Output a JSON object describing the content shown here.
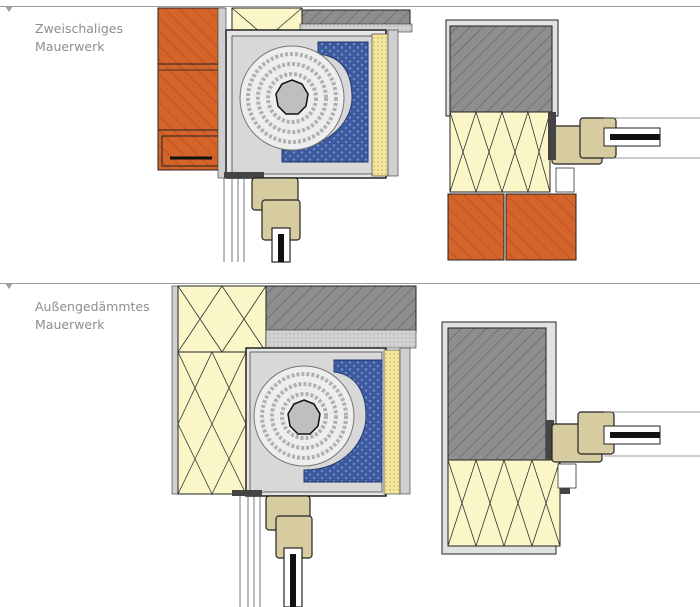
{
  "sections": [
    {
      "title_line1": "Zweischaliges",
      "title_line2": "Mauerwerk"
    },
    {
      "title_line1": "Außengedämmtes",
      "title_line2": "Mauerwerk"
    }
  ],
  "colors": {
    "brick": "#d4642a",
    "insulation": "#fbf6c8",
    "concrete": "#8d8d8d",
    "plaster": "#d5d5d5",
    "roller_blind": "#ececec",
    "blue_insulation": "#4563a8",
    "frame_wood": "#d7cca0",
    "outline": "#1a1a1a"
  },
  "icons": [
    "section-marker-triangle"
  ]
}
